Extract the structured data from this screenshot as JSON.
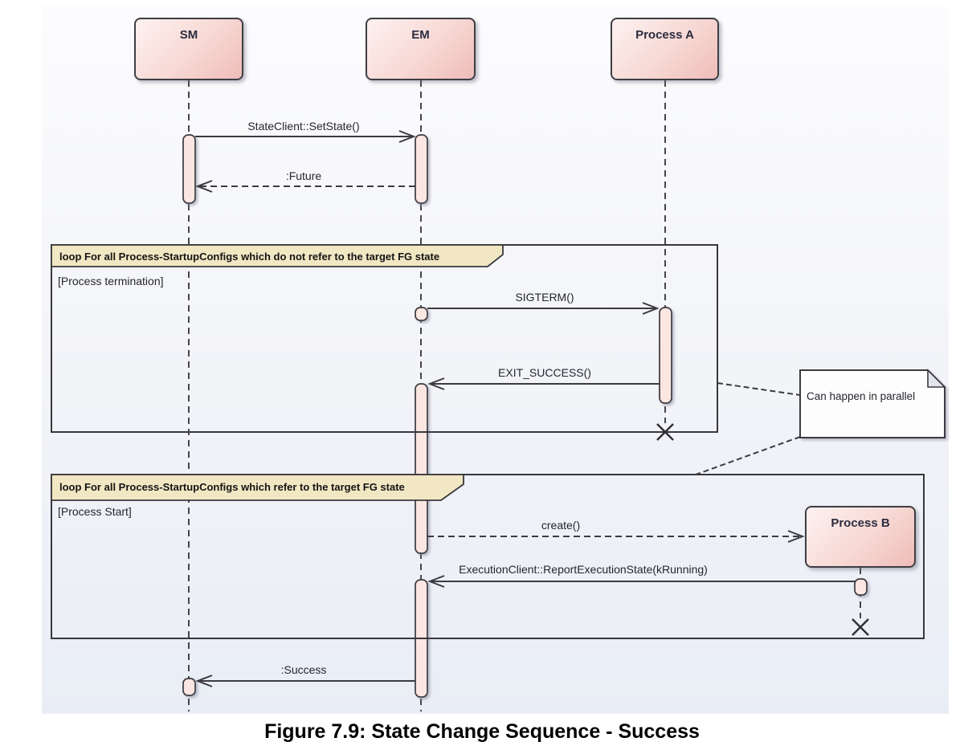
{
  "figure": {
    "type": "uml-sequence-diagram",
    "participants": [
      {
        "id": "sm",
        "label": "SM"
      },
      {
        "id": "em",
        "label": "EM"
      },
      {
        "id": "process_a",
        "label": "Process A"
      },
      {
        "id": "process_b",
        "label": "Process B"
      }
    ],
    "messages": {
      "set_state": "StateClient::SetState()",
      "future": ":Future",
      "sigterm": "SIGTERM()",
      "exit_success": "EXIT_SUCCESS()",
      "create": "create()",
      "report_execution": "ExecutionClient::ReportExecutionState(kRunning)",
      "success": ":Success"
    },
    "fragments": [
      {
        "operator": "loop For all Process-StartupConfigs which do not refer to the target FG state",
        "guard": "[Process termination]"
      },
      {
        "operator": "loop For all Process-StartupConfigs which refer to the target FG state",
        "guard": "[Process Start]"
      }
    ],
    "note": "Can happen in parallel",
    "colors": {
      "participant_fill_light": "#fdf2f0",
      "participant_fill_dark": "#efbcb8",
      "activation_fill": "#fbe6e2",
      "fragment_header_fill": "#f2e7c3",
      "note_fill": "#fdfdfe",
      "note_fold": "#e4e5ec",
      "line": "#3b3b40",
      "background_top": "#fcfcfe",
      "background_bottom": "#e9edf5"
    }
  },
  "caption": "Figure 7.9: State Change Sequence - Success"
}
